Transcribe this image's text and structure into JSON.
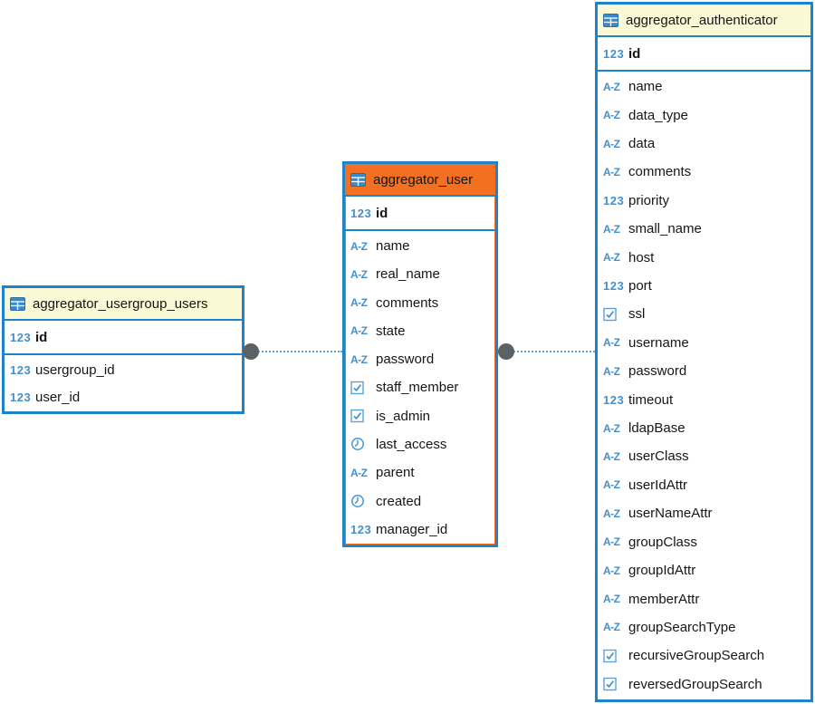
{
  "colors": {
    "border_blue": "#1e82cc",
    "header_yellow": "#fbf8d5",
    "header_orange_selected": "#f36f21",
    "connector_dotted_blue": "#5ba7da",
    "connector_node_gray": "#5c6164",
    "type_icon_blue": "#4390cb",
    "field_text": "#161616"
  },
  "icons": {
    "numeric_label": "123",
    "text_label": "A-Z",
    "boolean_name": "checkbox-icon",
    "datetime_name": "clock-icon",
    "table_name": "table-grid-icon"
  },
  "tables": [
    {
      "title": "aggregator_usergroup_users",
      "header_color": "#fbf8d5",
      "selected": false,
      "pk": [
        {
          "type": "numeric",
          "name": "id"
        }
      ],
      "fields": [
        {
          "type": "numeric",
          "name": "usergroup_id"
        },
        {
          "type": "numeric",
          "name": "user_id"
        }
      ]
    },
    {
      "title": "aggregator_user",
      "header_color": "#f36f21",
      "selected": true,
      "pk": [
        {
          "type": "numeric",
          "name": "id"
        }
      ],
      "fields": [
        {
          "type": "text",
          "name": "name"
        },
        {
          "type": "text",
          "name": "real_name"
        },
        {
          "type": "text",
          "name": "comments"
        },
        {
          "type": "text",
          "name": "state"
        },
        {
          "type": "text",
          "name": "password"
        },
        {
          "type": "boolean",
          "name": "staff_member"
        },
        {
          "type": "boolean",
          "name": "is_admin"
        },
        {
          "type": "datetime",
          "name": "last_access"
        },
        {
          "type": "text",
          "name": "parent"
        },
        {
          "type": "datetime",
          "name": "created"
        },
        {
          "type": "numeric",
          "name": "manager_id"
        }
      ]
    },
    {
      "title": "aggregator_authenticator",
      "header_color": "#fbf8d5",
      "selected": false,
      "pk": [
        {
          "type": "numeric",
          "name": "id"
        }
      ],
      "fields": [
        {
          "type": "text",
          "name": "name"
        },
        {
          "type": "text",
          "name": "data_type"
        },
        {
          "type": "text",
          "name": "data"
        },
        {
          "type": "text",
          "name": "comments"
        },
        {
          "type": "numeric",
          "name": "priority"
        },
        {
          "type": "text",
          "name": "small_name"
        },
        {
          "type": "text",
          "name": "host"
        },
        {
          "type": "numeric",
          "name": "port"
        },
        {
          "type": "boolean",
          "name": "ssl"
        },
        {
          "type": "text",
          "name": "username"
        },
        {
          "type": "text",
          "name": "password"
        },
        {
          "type": "numeric",
          "name": "timeout"
        },
        {
          "type": "text",
          "name": "ldapBase"
        },
        {
          "type": "text",
          "name": "userClass"
        },
        {
          "type": "text",
          "name": "userIdAttr"
        },
        {
          "type": "text",
          "name": "userNameAttr"
        },
        {
          "type": "text",
          "name": "groupClass"
        },
        {
          "type": "text",
          "name": "groupIdAttr"
        },
        {
          "type": "text",
          "name": "memberAttr"
        },
        {
          "type": "text",
          "name": "groupSearchType"
        },
        {
          "type": "boolean",
          "name": "recursiveGroupSearch"
        },
        {
          "type": "boolean",
          "name": "reversedGroupSearch"
        }
      ]
    }
  ],
  "connectors": [
    {
      "from": "aggregator_usergroup_users",
      "to": "aggregator_user",
      "style": "dotted"
    },
    {
      "from": "aggregator_user",
      "to": "aggregator_authenticator",
      "style": "dotted"
    }
  ]
}
